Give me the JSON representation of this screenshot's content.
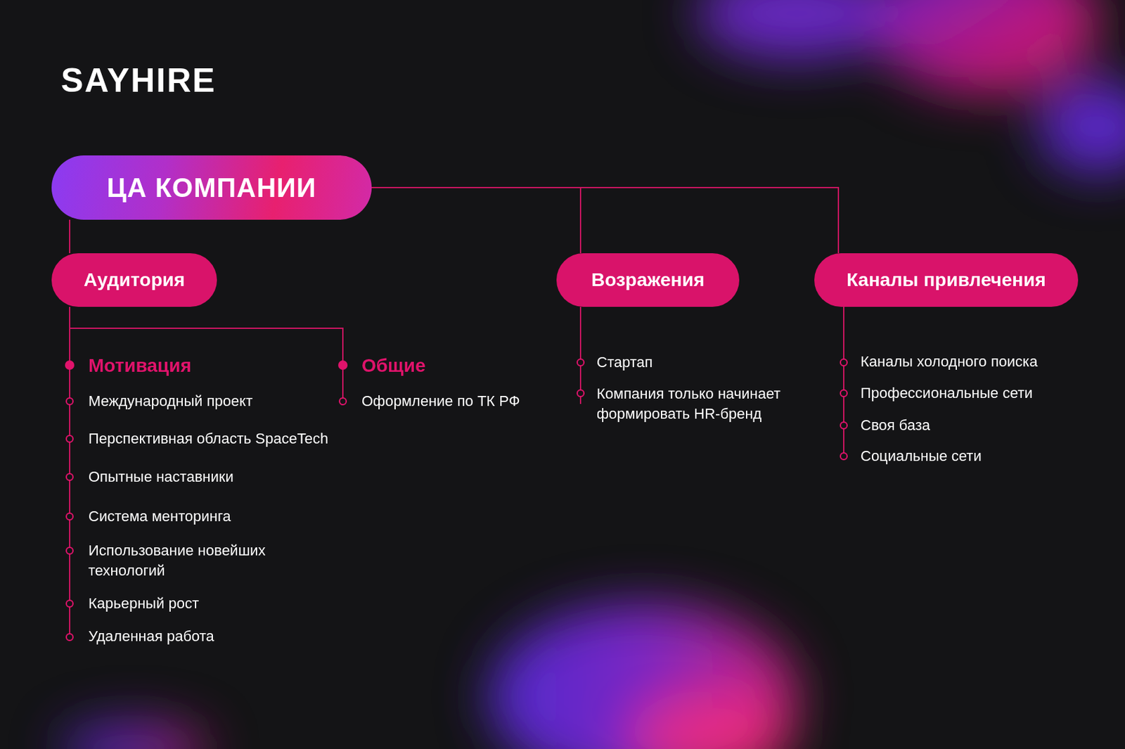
{
  "diagram": {
    "nodes": [
      {
        "text": [
          "ЦА КОМПАНИИ"
        ]
      },
      {
        "text": [
          "Аудитория"
        ]
      },
      {
        "text": [
          "Возражения"
        ]
      },
      {
        "text": [
          "Каналы привлечения"
        ]
      }
    ],
    "edges": [
      {
        "from": 0,
        "to": 1,
        "arrow": "none"
      },
      {
        "from": 0,
        "to": 2,
        "arrow": "none"
      },
      {
        "from": 0,
        "to": 3,
        "arrow": "none"
      }
    ],
    "labels": [
      "SAYHIRE",
      "Мотивация",
      "Международный проект",
      "Перспективная область SpaceTech",
      "Опытные наставники",
      "Система менторинга",
      "Использование новейших технологий",
      "Карьерный рост",
      "Удаленная работа",
      "Общие",
      "Оформление по ТК РФ",
      "Стартап",
      "Компания только начинает формировать HR-бренд",
      "Каналы холодного поиска",
      "Профессиональные сети",
      "Своя база",
      "Социальные сети"
    ]
  }
}
